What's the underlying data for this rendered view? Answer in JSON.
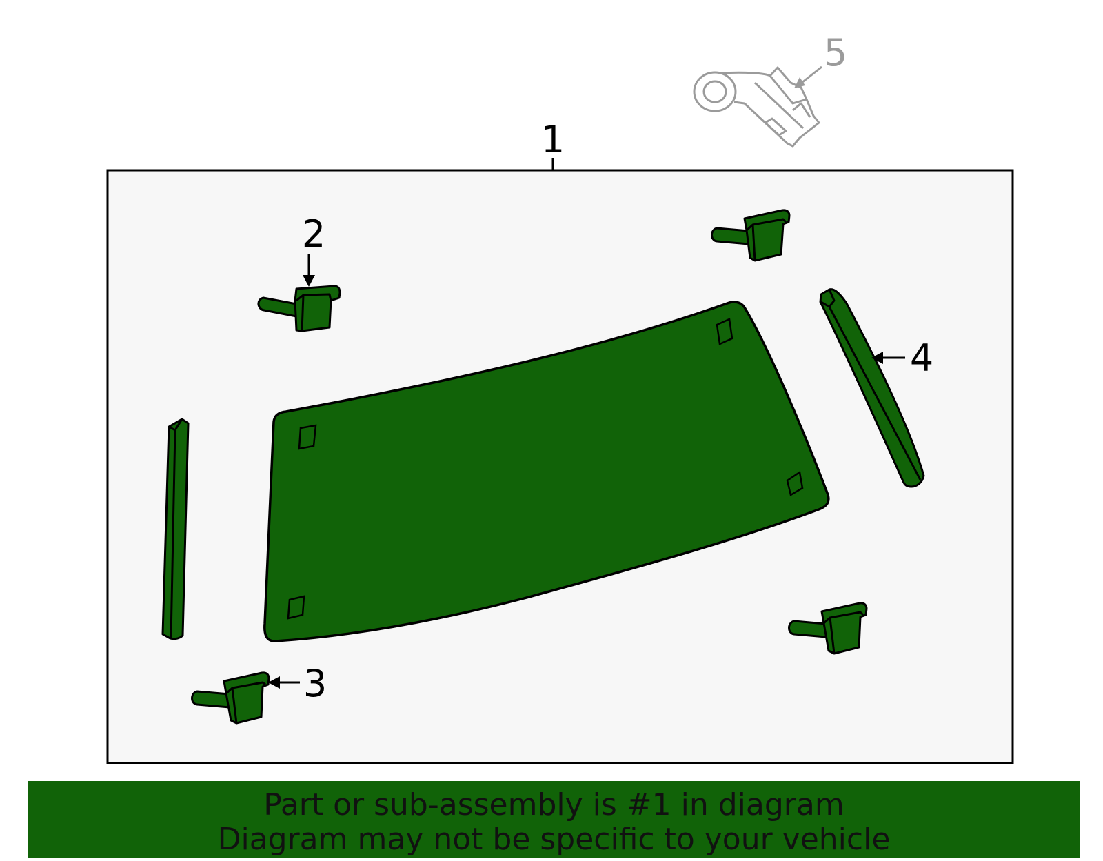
{
  "colors": {
    "part_fill": "#116308",
    "outline": "#000000",
    "box_fill": "#f7f7f7",
    "ghost_part": "#9b9b9b",
    "banner_bg": "#116308",
    "banner_text": "#111111"
  },
  "callouts": {
    "c1": "1",
    "c2": "2",
    "c3": "3",
    "c4": "4",
    "c5": "5"
  },
  "banner": {
    "line1": "Part or sub-assembly is #1 in diagram",
    "line2": "Diagram may not be specific to your vehicle"
  },
  "icons": {
    "glass": "rear-glass-icon",
    "clip": "retainer-clip-icon",
    "molding_left": "side-molding-left-icon",
    "molding_right": "side-molding-right-icon",
    "bracket": "mount-bracket-icon"
  }
}
